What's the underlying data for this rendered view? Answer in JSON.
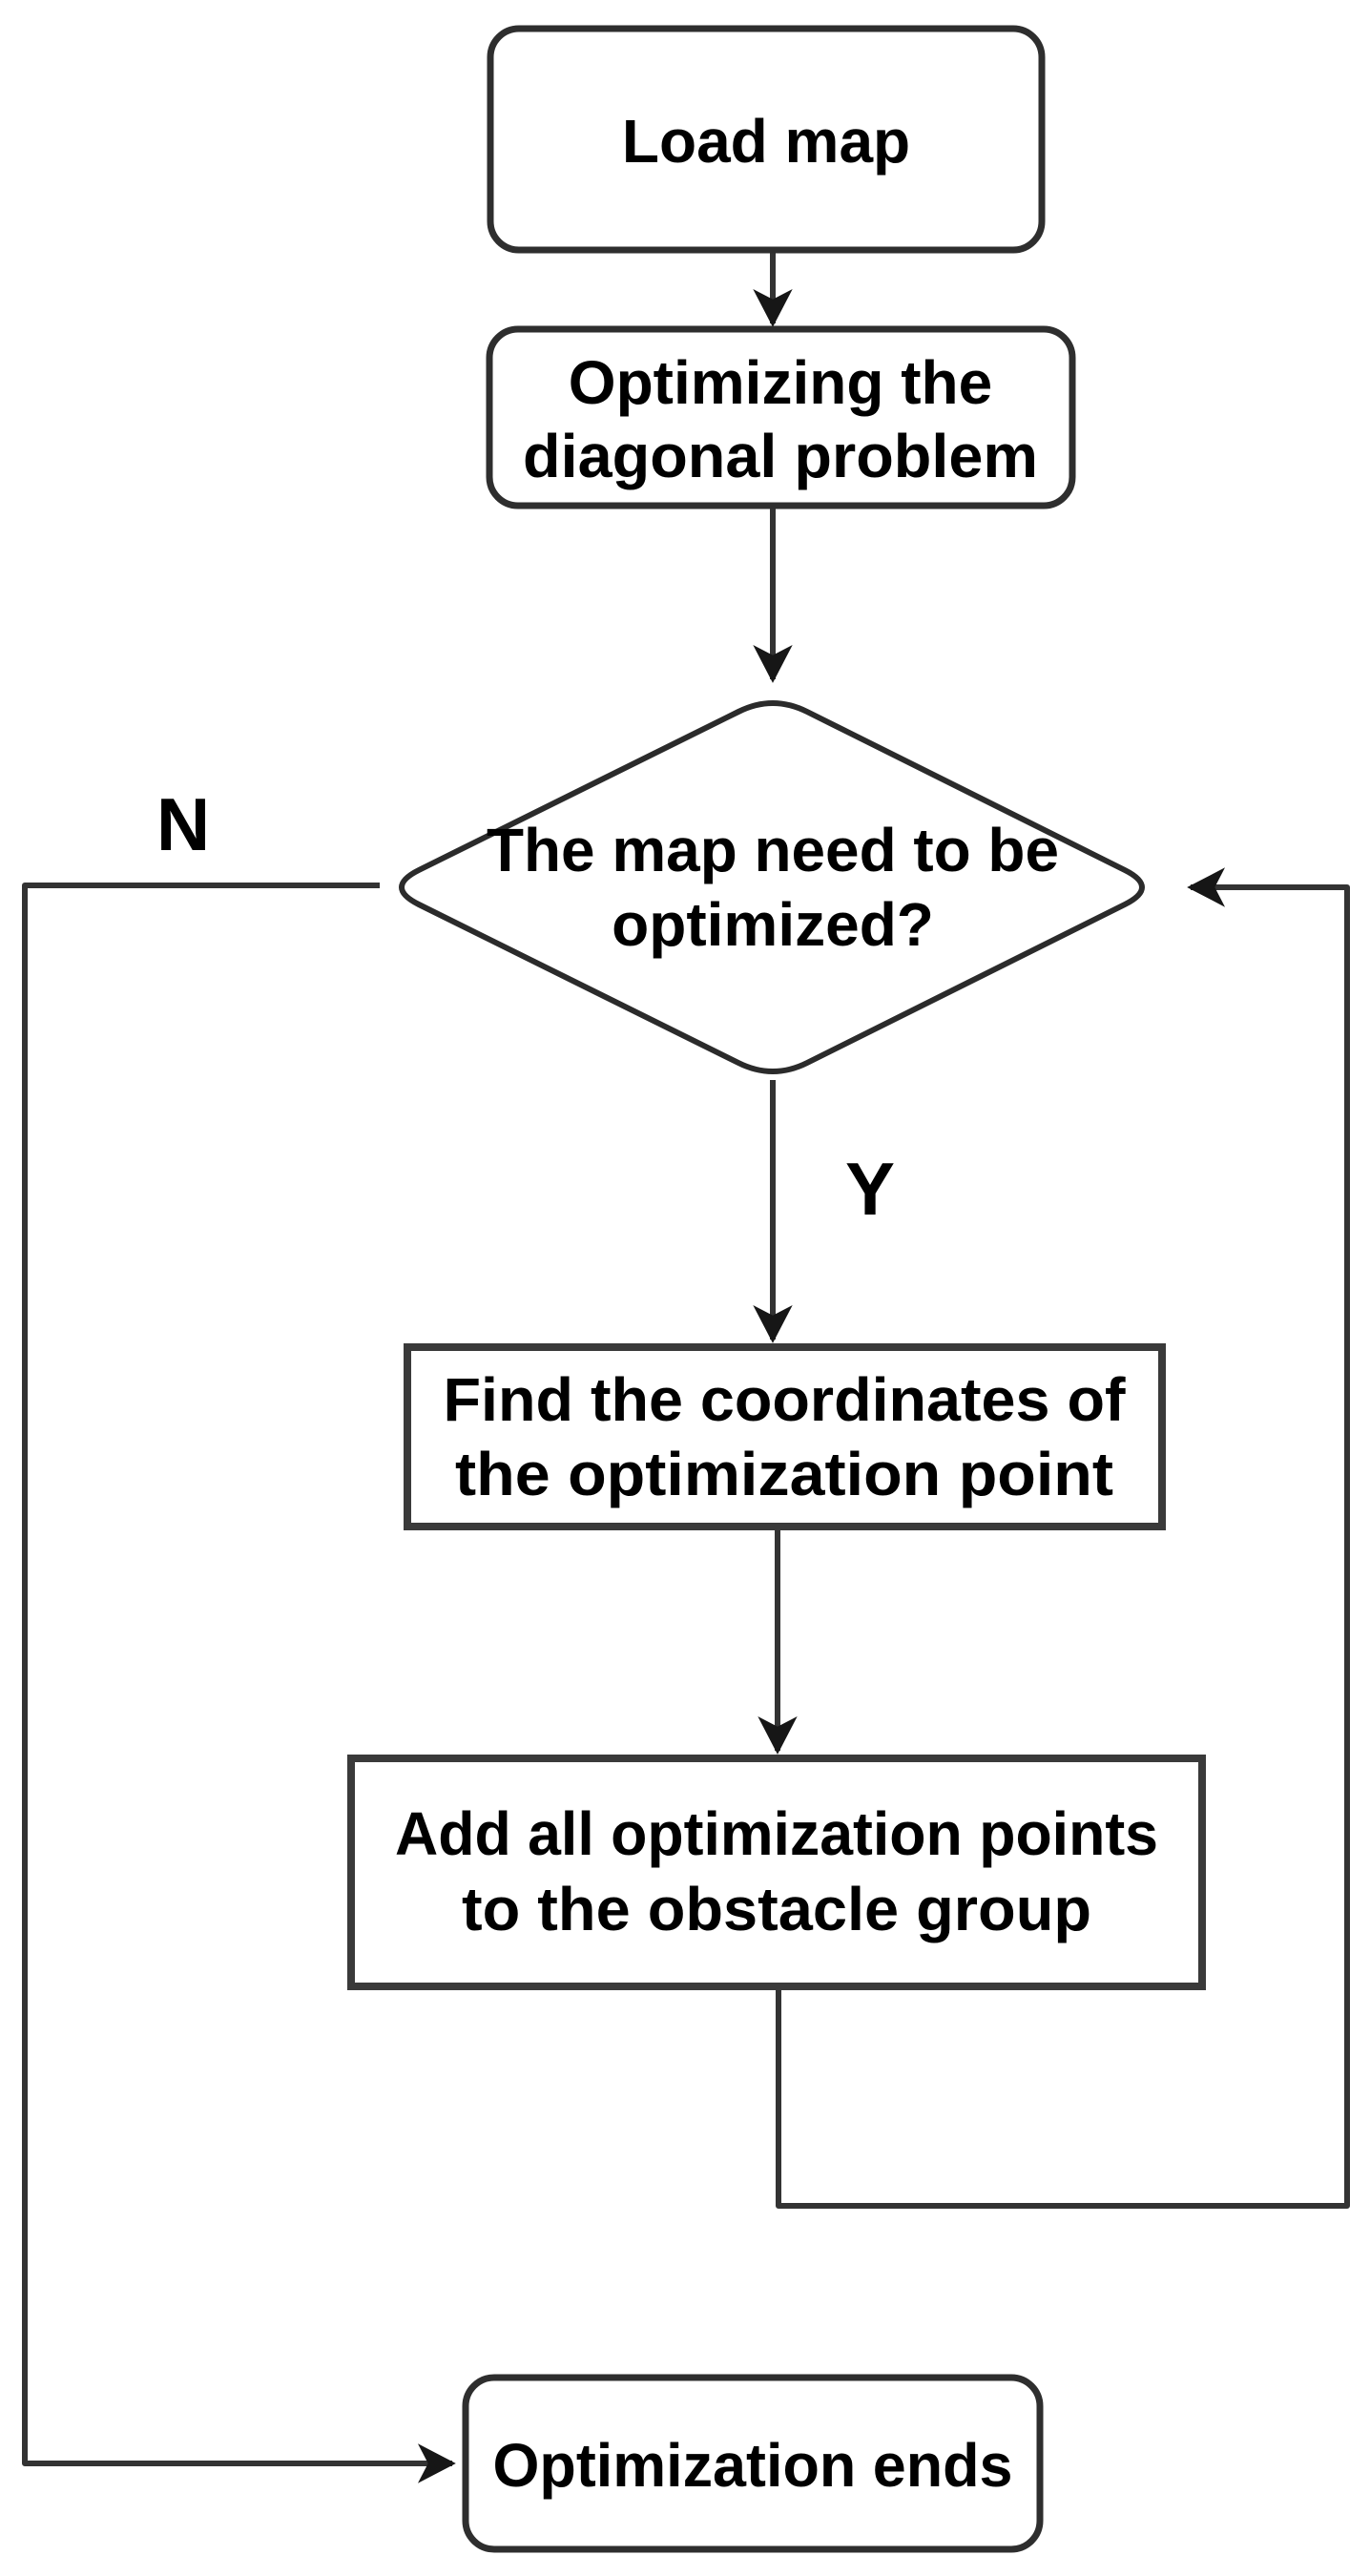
{
  "page": {
    "background": "#ffffff"
  },
  "flowchart": {
    "type": "flowchart",
    "colors": {
      "stroke": "#2e2e2e",
      "edge": "#333333",
      "arrow_fill": "#161616",
      "node_fill": "#ffffff",
      "text": "#000000"
    },
    "nodes": {
      "load_map": {
        "shape": "rounded-rectangle",
        "label": "Load map"
      },
      "optimize_diagonal": {
        "shape": "rounded-rectangle",
        "line1": "Optimizing the",
        "line2": "diagonal problem"
      },
      "map_need_optimized": {
        "shape": "diamond",
        "line1": "The map need to be",
        "line2": "optimized?"
      },
      "find_coordinates": {
        "shape": "rectangle",
        "line1": "Find the coordinates of",
        "line2": "the optimization point"
      },
      "add_optimization_points": {
        "shape": "rectangle",
        "line1": "Add all optimization points",
        "line2": "to the obstacle group"
      },
      "optimization_ends": {
        "shape": "rounded-rectangle",
        "label": "Optimization ends"
      }
    },
    "edges": {
      "decision_no_label": "N",
      "decision_yes_label": "Y"
    }
  }
}
